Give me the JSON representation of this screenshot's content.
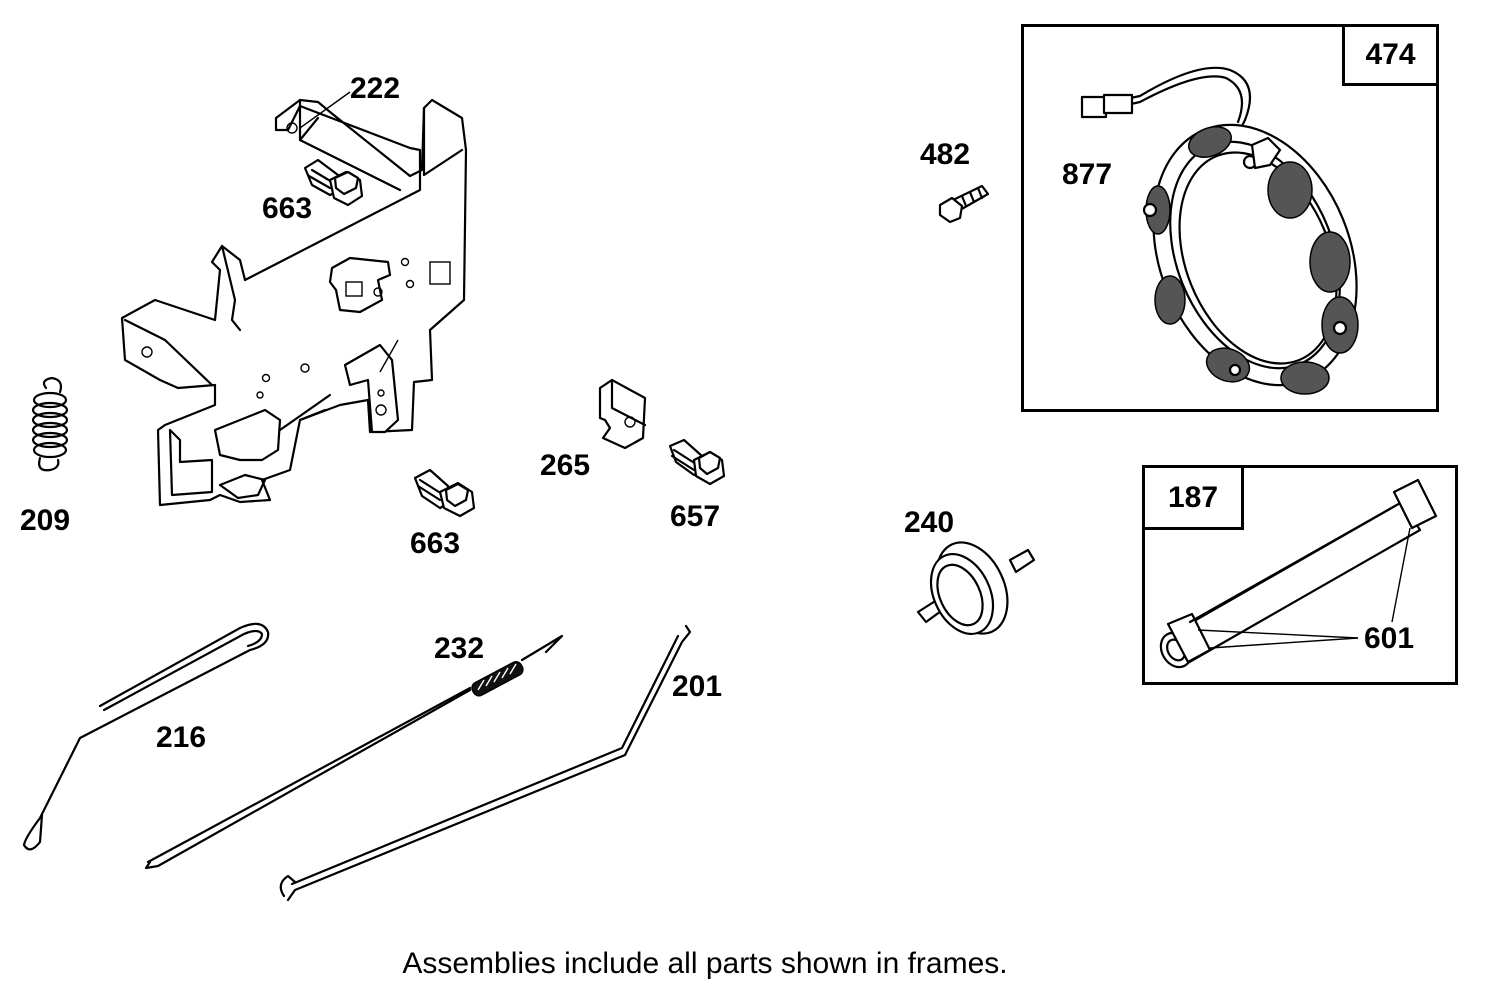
{
  "parts": {
    "p222": "222",
    "p663a": "663",
    "p209": "209",
    "p663b": "663",
    "p265": "265",
    "p657": "657",
    "p232": "232",
    "p201": "201",
    "p216": "216",
    "p482": "482",
    "p877": "877",
    "p240": "240",
    "p601": "601"
  },
  "frames": {
    "alternator_tag": "474",
    "fuel_line_tag": "187"
  },
  "caption": "Assemblies include all parts shown in frames."
}
